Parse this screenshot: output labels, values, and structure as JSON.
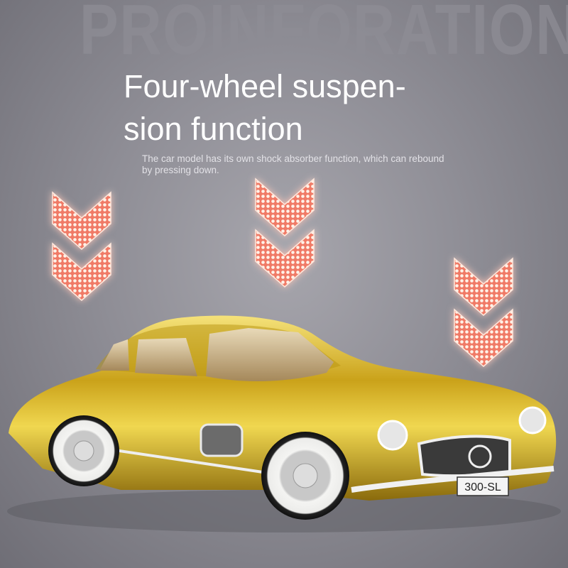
{
  "background_word": "PROINFORATION",
  "title_line1": "Four-wheel suspen-",
  "title_line2": "sion function",
  "description": "The car model has its own shock absorber function, which can rebound by pressing down.",
  "indicators": [
    {
      "icon": "double-chevron-down-icon",
      "color": "#f26a55"
    },
    {
      "icon": "double-chevron-down-icon",
      "color": "#f26a55"
    },
    {
      "icon": "double-chevron-down-icon",
      "color": "#f26a55"
    }
  ],
  "product": {
    "license_plate": "300-SL",
    "body_color": "#d9b625"
  }
}
